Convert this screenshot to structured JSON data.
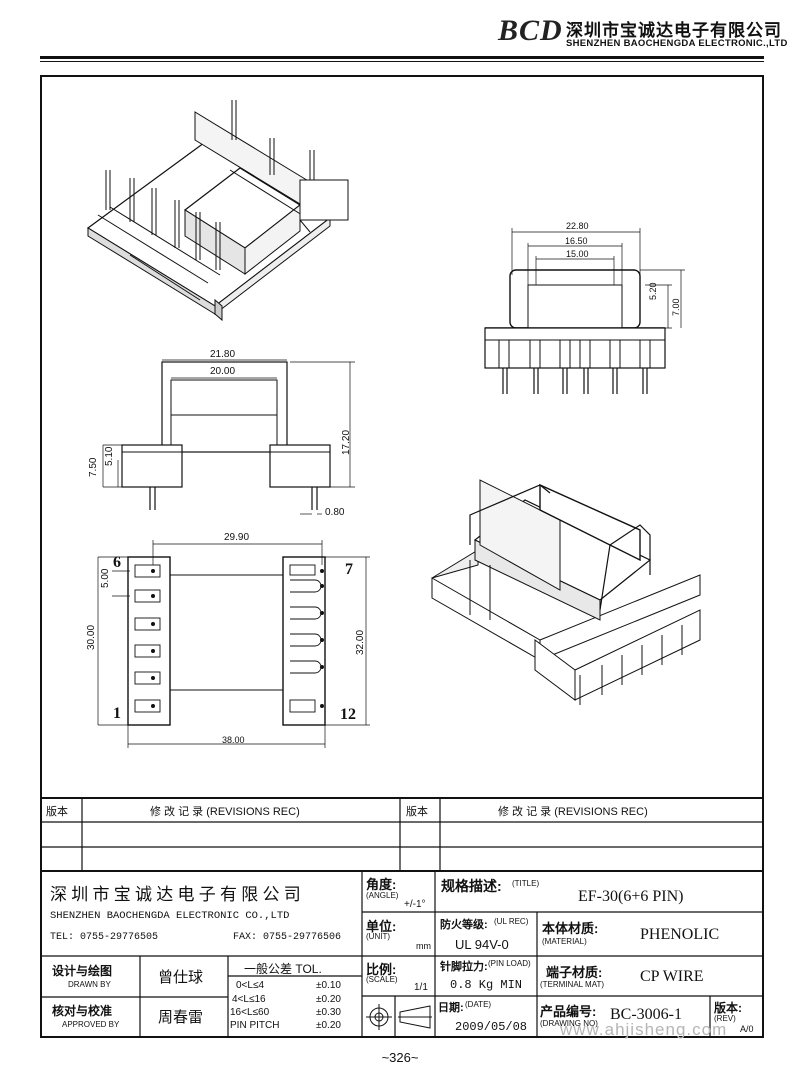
{
  "header": {
    "logo": "BCD",
    "company_cn": "深圳市宝诚达电子有限公司",
    "company_en": "SHENZHEN BAOCHENGDA ELECTRONIC.,LTD"
  },
  "dimensions": {
    "top_w1": "22.80",
    "top_w2": "16.50",
    "top_w3": "15.00",
    "top_h1": "5.20",
    "top_h2": "7.00",
    "side_w1": "21.80",
    "side_w2": "20.00",
    "side_h1": "7.50",
    "side_h2": "5.10",
    "side_h3": "17.20",
    "pin_dia": "0.80",
    "bot_w1": "29.90",
    "bot_pitch": "5.00",
    "bot_h1": "30.00",
    "bot_h2": "32.00",
    "bot_w2": "38.00"
  },
  "pins": {
    "p6": "6",
    "p7": "7",
    "p1": "1",
    "p12": "12"
  },
  "revisions": {
    "col_ver": "版本",
    "col_rec": "修  改  记  录  (REVISIONS REC)"
  },
  "titleblock": {
    "company_cn": "深 圳 市 宝 诚 达 电 子 有 限 公 司",
    "company_en": "SHENZHEN BAOCHENGDA ELECTRONIC CO.,LTD",
    "tel": "TEL: 0755-29776505",
    "fax": "FAX: 0755-29776506",
    "angle_cn": "角度:",
    "angle_en": "(ANGLE)",
    "angle_val": "+/-1°",
    "unit_cn": "单位:",
    "unit_en": "(UNIT)",
    "unit_val": "mm",
    "scale_cn": "比例:",
    "scale_en": "(SCALE)",
    "scale_val": "1/1",
    "title_cn": "规格描述:",
    "title_en": "(TITLE)",
    "title_val": "EF-30(6+6 PIN)",
    "ul_cn": "防火等级:",
    "ul_en": "(UL REC)",
    "ul_val": "UL 94V-0",
    "mat_cn": "本体材质:",
    "mat_en": "(MATERIAL)",
    "mat_val": "PHENOLIC",
    "pinload_cn": "针脚拉力:",
    "pinload_en": "(PIN LOAD)",
    "pinload_val": "0.8 Kg MIN",
    "term_cn": "端子材质:",
    "term_en": "(TERMINAL MAT)",
    "term_val": "CP WIRE",
    "date_cn": "日期:",
    "date_en": "(DATE)",
    "date_val": "2009/05/08",
    "dwg_cn": "产品编号:",
    "dwg_en": "(DRAWING NO)",
    "dwg_val": "BC-3006-1",
    "rev_cn": "版本:",
    "rev_en": "(REV)",
    "rev_val": "A/0",
    "drawn_cn": "设计与绘图",
    "drawn_en": "DRAWN BY",
    "drawn_name": "曾仕球",
    "appr_cn": "核对与校准",
    "appr_en": "APPROVED BY",
    "appr_name": "周春雷",
    "tol_title": "一般公差 TOL.",
    "tol_r1": "0<L≤4",
    "tol_v1": "±0.10",
    "tol_r2": "4<L≤16",
    "tol_v2": "±0.20",
    "tol_r3": "16<L≤60",
    "tol_v3": "±0.30",
    "tol_r4": "PIN PITCH",
    "tol_v4": "±0.20"
  },
  "footer": {
    "page": "~326~",
    "watermark": "www.ahjisheng.com"
  }
}
